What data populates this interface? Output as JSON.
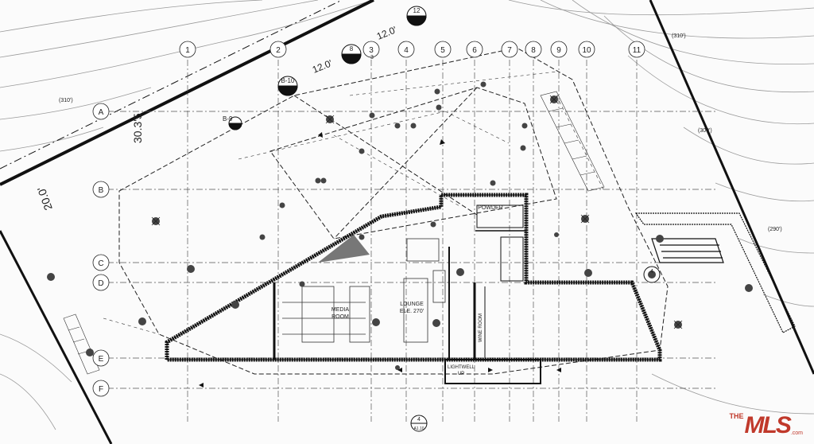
{
  "drawing": {
    "column_grid": [
      "1",
      "2",
      "3",
      "4",
      "5",
      "6",
      "7",
      "8",
      "9",
      "10",
      "11"
    ],
    "row_grid": [
      "A",
      "B",
      "C",
      "D",
      "E",
      "F"
    ],
    "rooms": {
      "media_room_line1": "MEDIA",
      "media_room_line2": "ROOM",
      "lounge_line1": "LOUNGE",
      "lounge_line2": "ELE. 270'",
      "powder": "POWDER",
      "wine_room": "WINE ROOM",
      "lightwell_line1": "LIGHTWELL",
      "lightwell_line2": "UP"
    },
    "dimensions": {
      "dim_12_a": "12.0'",
      "dim_12_b": "12.0'"
    },
    "contours": {
      "c310_left": "(310')",
      "c310_right": "(310')",
      "c300": "(300')",
      "c290": "(290')"
    },
    "elevation_tags": {
      "tag_b9": "B-9",
      "tag_b10": "B-10",
      "tag_8": "8",
      "tag_12": "12",
      "tag_3": "3",
      "tag_4_top": "4",
      "tag_4_bottom": "4",
      "sheet_ref": "A1.10"
    },
    "setbacks": {
      "front_label": "30.3'5",
      "side_label": "20.0'"
    }
  },
  "watermark": {
    "the": "THE",
    "main": "MLS",
    "suffix": ".com"
  }
}
